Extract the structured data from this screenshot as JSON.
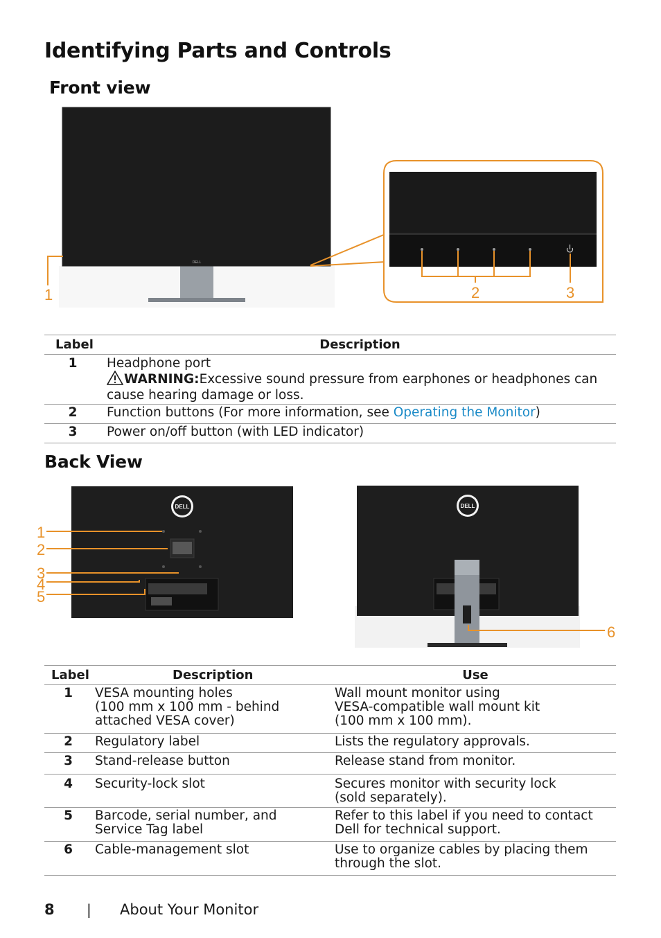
{
  "page_title": "Identifying Parts and Controls",
  "front_view": {
    "heading": "Front view",
    "callouts": [
      "1",
      "2",
      "3"
    ],
    "table": {
      "headers": {
        "label": "Label",
        "description": "Description"
      },
      "rows": [
        {
          "label": "1",
          "line1": "Headphone port",
          "warning_word": "WARNING:",
          "warning_text": "Excessive sound pressure from earphones or headphones can cause hearing damage or loss."
        },
        {
          "label": "2",
          "text_before": "Function buttons (For more information, see ",
          "link": "Operating the Monitor",
          "text_after": ")"
        },
        {
          "label": "3",
          "text": "Power on/off button (with LED indicator)"
        }
      ]
    }
  },
  "back_view": {
    "heading": "Back View",
    "callouts": [
      "1",
      "2",
      "3",
      "4",
      "5",
      "6"
    ],
    "table": {
      "headers": {
        "label": "Label",
        "description": "Description",
        "use": "Use"
      },
      "rows": [
        {
          "label": "1",
          "description": [
            "VESA mounting holes",
            "(100 mm x 100 mm - behind",
            "attached VESA cover)"
          ],
          "use": [
            "Wall mount monitor using",
            "VESA-compatible wall mount kit",
            "(100 mm x 100 mm)."
          ]
        },
        {
          "label": "2",
          "description": [
            "Regulatory label"
          ],
          "use": [
            "Lists the regulatory approvals."
          ]
        },
        {
          "label": "3",
          "description": [
            "Stand-release button"
          ],
          "use": [
            "Release stand from monitor."
          ]
        },
        {
          "label": "4",
          "description": [
            "Security-lock slot"
          ],
          "use": [
            "Secures monitor with security lock",
            "(sold separately)."
          ]
        },
        {
          "label": "5",
          "description": [
            "Barcode, serial number, and",
            "Service Tag label"
          ],
          "use": [
            "Refer to this label if you need to contact",
            "Dell for technical support."
          ]
        },
        {
          "label": "6",
          "description": [
            "Cable-management slot"
          ],
          "use": [
            "Use to organize cables by placing them",
            "through the slot."
          ]
        }
      ]
    }
  },
  "logo_text": "DELL",
  "footer": {
    "page_number": "8",
    "separator": "|",
    "section": "About Your Monitor"
  },
  "colors": {
    "callout": "#e8922a",
    "link": "#1a8ac7",
    "monitor": "#1c1c1c",
    "rule": "#9a9a9a"
  }
}
